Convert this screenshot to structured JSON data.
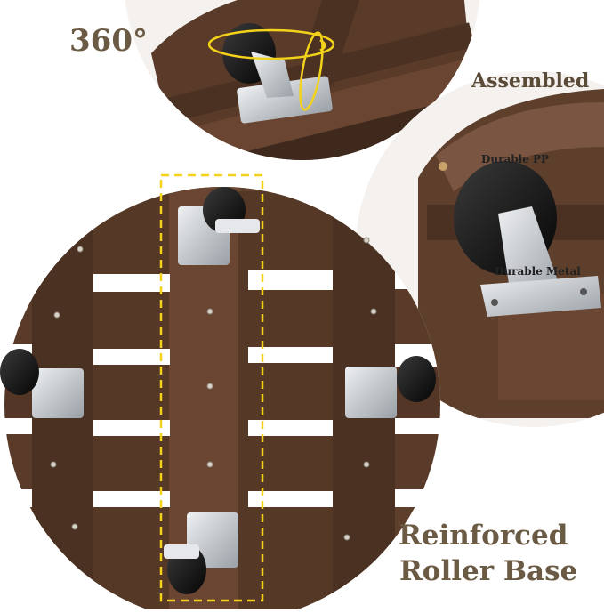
{
  "labels": {
    "rotation": "360°",
    "assembled": "Assembled",
    "durable_pp": "Durable PP",
    "durable_metal": "Durable Metal",
    "title_line1": "Reinforced",
    "title_line2": "Roller Base"
  },
  "colors": {
    "wood_dark": "#4a3122",
    "wood_mid": "#5e3f2c",
    "wood_light": "#7a5642",
    "accent_dashed": "#f2d21a",
    "text_brown": "#6b5a44",
    "metal": "#c9cdd2"
  }
}
